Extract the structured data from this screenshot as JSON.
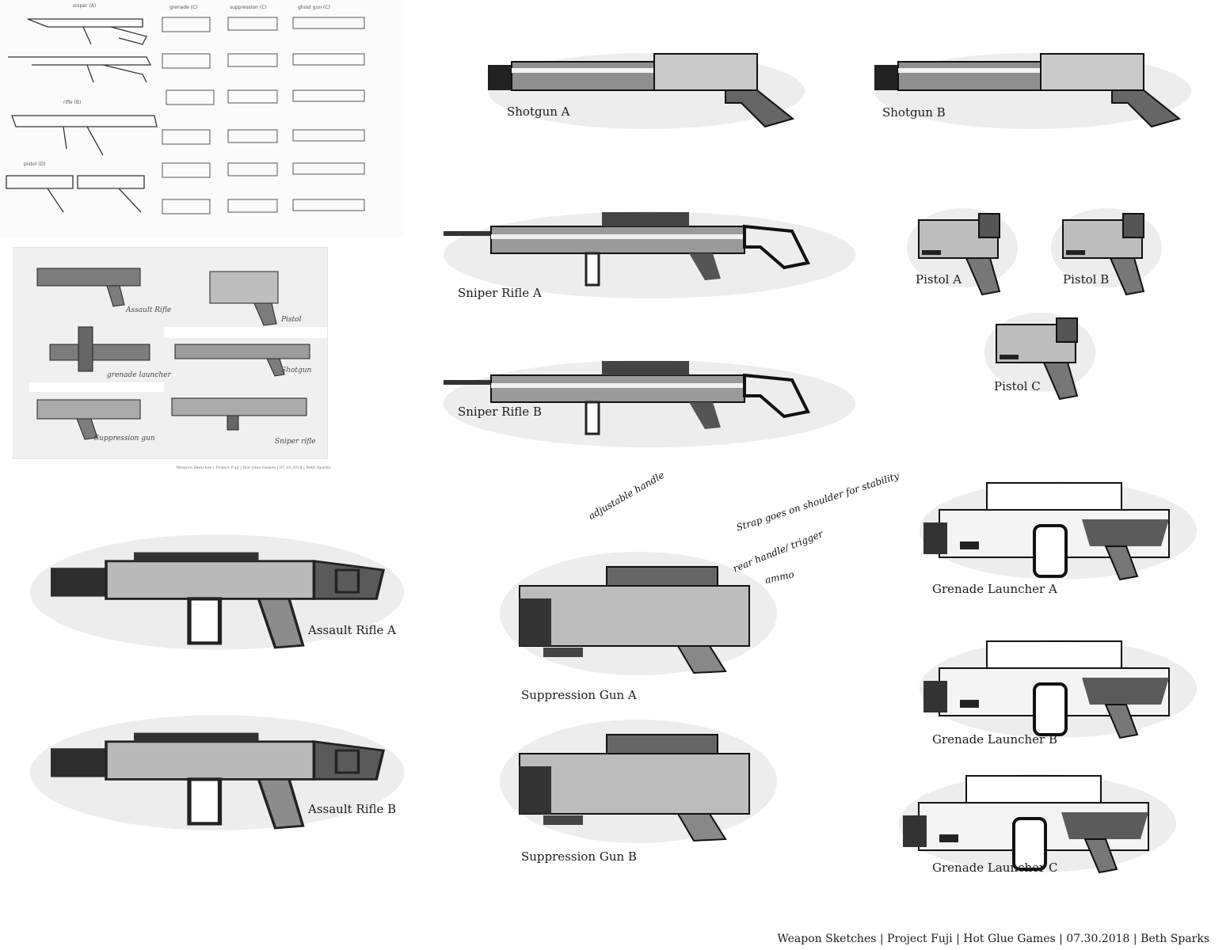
{
  "thumbnail_sheet": {
    "column_headers": [
      "sniper (A)",
      "grenade (C)",
      "suppression (C)",
      "ghost gun (C)"
    ],
    "row_labels": [
      "rifle (B)",
      "pistol (D)"
    ]
  },
  "reference_sheet": {
    "labels": [
      "Assault Rifle",
      "Pistol",
      "grenade launcher",
      "Shotgun",
      "Suppression gun",
      "Sniper rifle"
    ],
    "footer": "Weapon Sketches | Project Fuji | Hot Glue Games | 07.19.2018 | Beth Sparks"
  },
  "weapons": {
    "shotgun_a": "Shotgun A",
    "shotgun_b": "Shotgun B",
    "sniper_rifle_a": "Sniper Rifle A",
    "sniper_rifle_b": "Sniper Rifle B",
    "pistol_a": "Pistol A",
    "pistol_b": "Pistol B",
    "pistol_c": "Pistol C",
    "assault_rifle_a": "Assault Rifle A",
    "assault_rifle_b": "Assault Rifle B",
    "suppression_gun_a": "Suppression Gun A",
    "suppression_gun_b": "Suppression Gun B",
    "grenade_launcher_a": "Grenade Launcher A",
    "grenade_launcher_b": "Grenade Launcher B",
    "grenade_launcher_c": "Grenade Launcher C"
  },
  "annotations": {
    "adjustable_handle": "adjustable handle",
    "strap": "Strap goes on shoulder for stability",
    "rear_handle": "rear handle/ trigger",
    "ammo": "ammo"
  },
  "footer": "Weapon Sketches | Project Fuji | Hot Glue Games | 07.30.2018 | Beth Sparks"
}
